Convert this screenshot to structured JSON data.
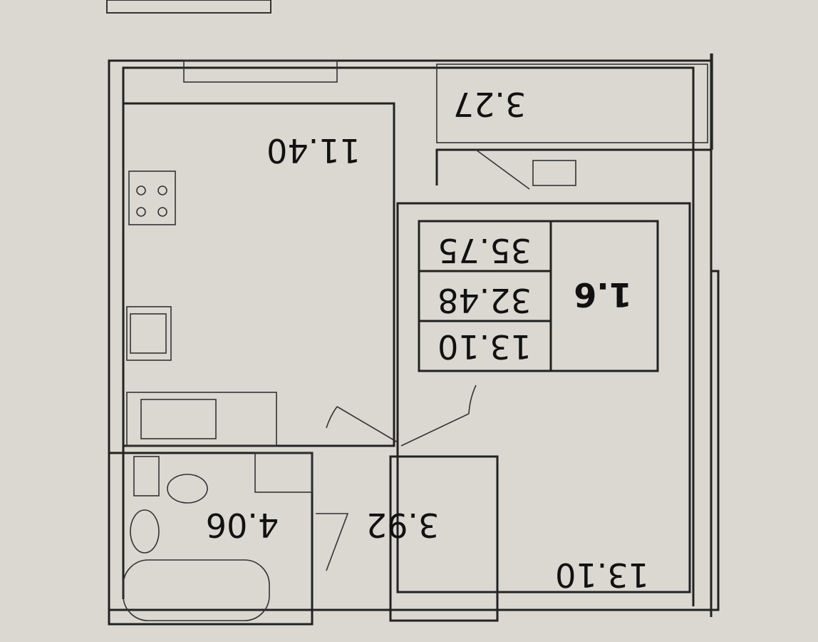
{
  "plan": {
    "rooms": {
      "kitchen": {
        "area": "11.40"
      },
      "balcony": {
        "area": "3.27"
      },
      "living_room": {
        "area": "13.10"
      },
      "hallway": {
        "area": "3.92"
      },
      "bathroom": {
        "area": "4.06"
      }
    },
    "stamp": {
      "apartment": "1.6",
      "living_area": "13.10",
      "total_area": "32.48",
      "total_area_with_balcony": "35.75"
    }
  }
}
